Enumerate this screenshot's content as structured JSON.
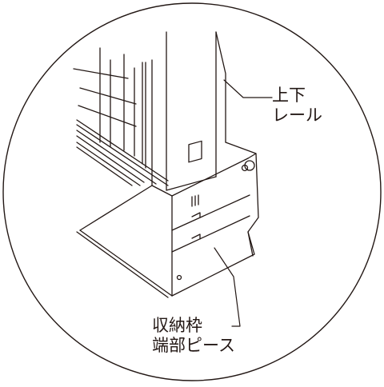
{
  "callouts": {
    "rail": {
      "line1": "上下",
      "line2": "レール"
    },
    "frame_end": {
      "line1": "収納枠",
      "line2": "端部ピース"
    }
  },
  "colors": {
    "line": "#231815",
    "background": "#ffffff"
  }
}
